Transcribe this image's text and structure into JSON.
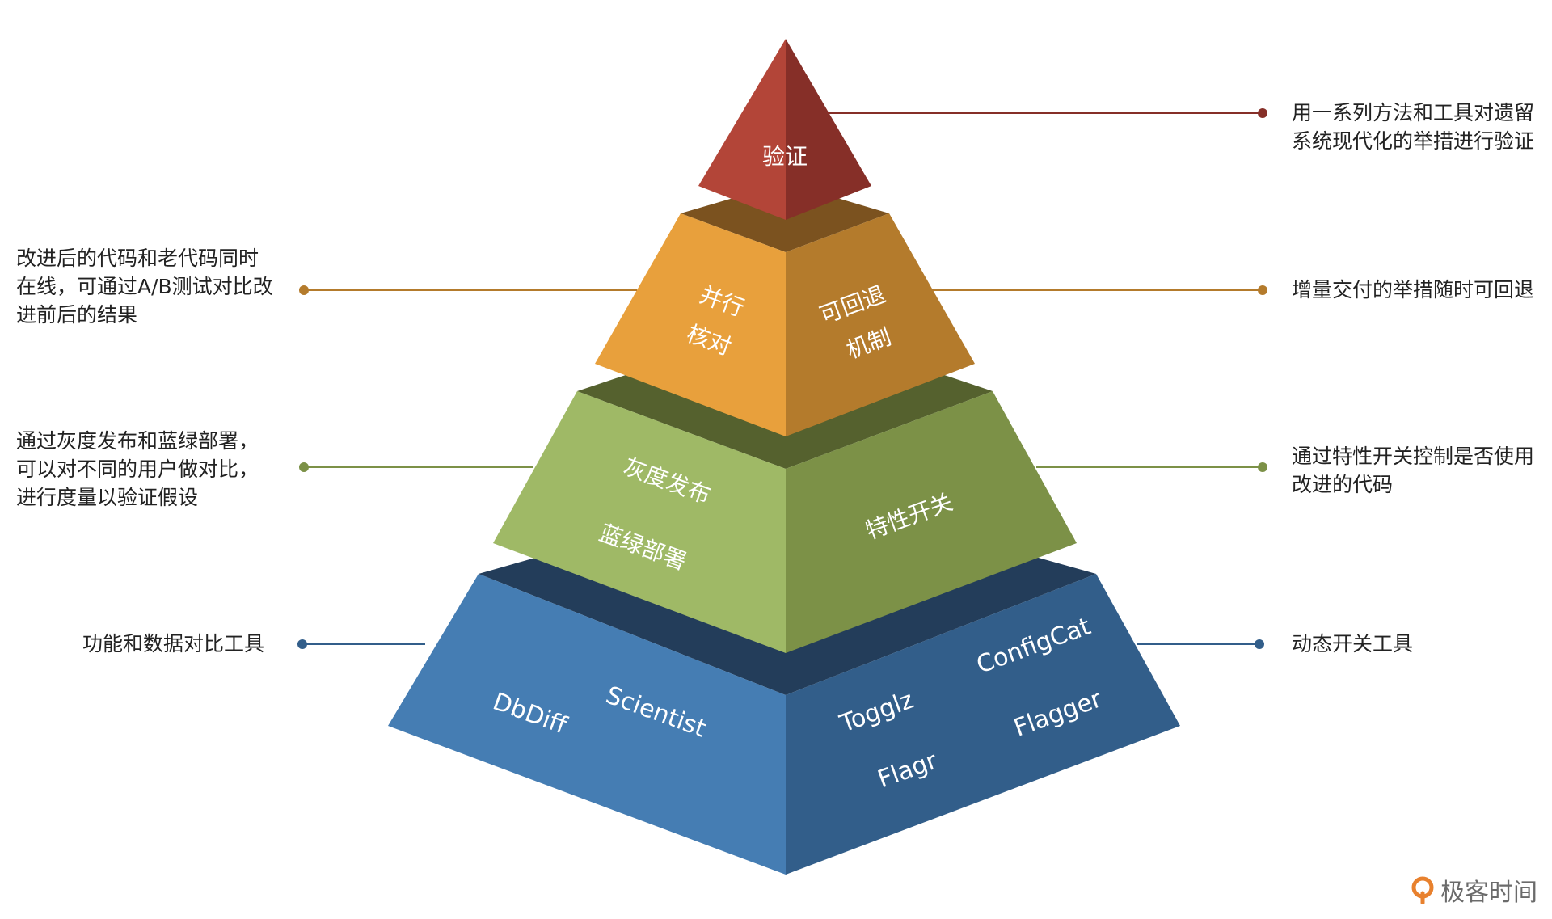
{
  "pyramid": {
    "apex_label": "验证",
    "tier2_left": [
      "并行",
      "核对"
    ],
    "tier2_right": [
      "可回退",
      "机制"
    ],
    "tier3_left": [
      "灰度发布",
      "蓝绿部署"
    ],
    "tier3_right": [
      "特性开关"
    ],
    "base_left": [
      "DbDiff",
      "Scientist"
    ],
    "base_right": [
      "ConfigCat",
      "Togglz",
      "Flagger",
      "Flagr"
    ]
  },
  "notes": {
    "apex_right": [
      "用一系列方法和工具对遗留",
      "系统现代化的举措进行验证"
    ],
    "tier2_left": [
      "改进后的代码和老代码同时",
      "在线，可通过A/B测试对比改",
      "进前后的结果"
    ],
    "tier2_right": [
      "增量交付的举措随时可回退"
    ],
    "tier3_left": [
      "通过灰度发布和蓝绿部署，",
      "可以对不同的用户做对比，",
      "进行度量以验证假设"
    ],
    "tier3_right": [
      "通过特性开关控制是否使用",
      "改进的代码"
    ],
    "base_left": [
      "功能和数据对比工具"
    ],
    "base_right": [
      "动态开关工具"
    ]
  },
  "colors": {
    "apex": "#b34538",
    "tier2": "#e8a03c",
    "tier3": "#9fb966",
    "base": "#457db3",
    "text_dark": "#222222"
  },
  "watermark": {
    "text": "极客时间",
    "icon": "geektime-logo-icon"
  }
}
